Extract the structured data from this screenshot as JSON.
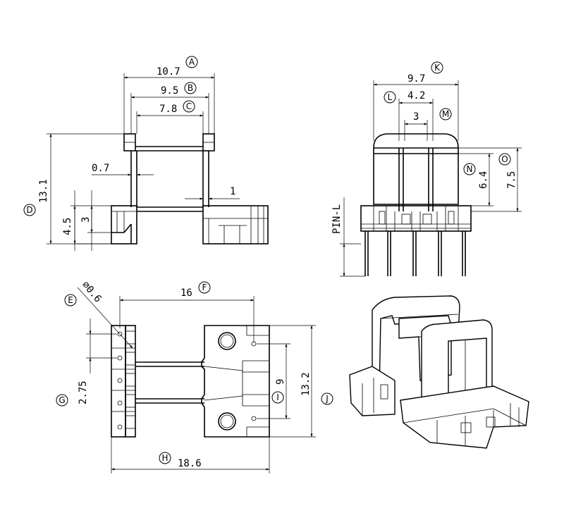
{
  "views": {
    "front": {
      "dims": {
        "overall_width": "10.7",
        "inner_width": "9.5",
        "slot_width": "7.8",
        "height": "13.1",
        "flange_thickness": "0.7",
        "base_height": "4.5",
        "base_inner": "3",
        "tab_width": "1"
      },
      "labels": {
        "a": "A",
        "b": "B",
        "c": "C",
        "d": "D"
      }
    },
    "side": {
      "dims": {
        "overall_width": "9.7",
        "core_width": "4.2",
        "center_width": "3",
        "core_height": "6.4",
        "total_height": "7.5",
        "pin_length": "PIN-L"
      },
      "labels": {
        "k": "K",
        "l": "L",
        "m": "M",
        "n": "N",
        "o": "O"
      }
    },
    "bottom": {
      "dims": {
        "pin_diameter": "∅0.6",
        "pin_row_span": "16",
        "pin_pitch": "2.75",
        "overall_length": "18.6",
        "overall_depth": "13.2",
        "mount_hole_spacing": "9"
      },
      "labels": {
        "e": "E",
        "f": "F",
        "g": "G",
        "h": "H",
        "i": "I",
        "j": "J"
      }
    }
  }
}
